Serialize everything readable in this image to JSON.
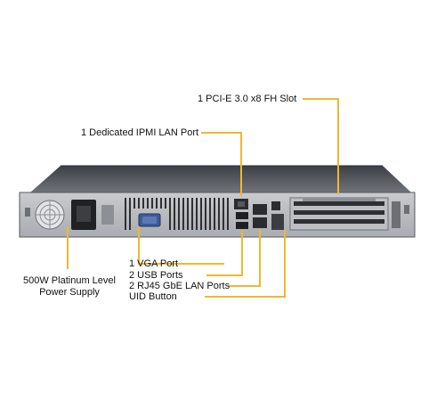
{
  "callouts": {
    "pcie_slot": "1 PCI-E 3.0 x8 FH Slot",
    "ipmi_lan": "1 Dedicated IPMI LAN Port",
    "psu_line1": "500W Platinum Level",
    "psu_line2": "Power Supply",
    "vga": "1 VGA Port",
    "usb": "2  USB Ports",
    "rj45": "2 RJ45 GbE LAN Ports",
    "uid": "UID Button"
  },
  "colors": {
    "leader_line": "#f0b830",
    "chassis_dark": "#4a4d52",
    "chassis_light": "#9a9ea4",
    "panel": "#d9dadc",
    "port_blue": "#3b5d9a"
  }
}
